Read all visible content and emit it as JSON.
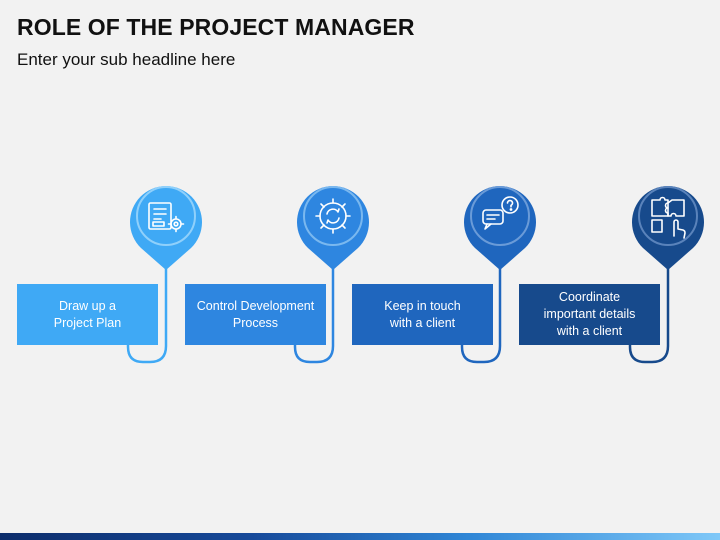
{
  "title": "ROLE OF THE PROJECT MANAGER",
  "subtitle": "Enter your sub headline here",
  "steps": [
    {
      "label": "Draw up a\nProject Plan",
      "icon": "project-plan-icon",
      "color": "#3fa9f5",
      "ring": "#8fd0fb"
    },
    {
      "label": "Control Development\nProcess",
      "icon": "gear-refresh-icon",
      "color": "#2e86e0",
      "ring": "#7ab8ef"
    },
    {
      "label": "Keep in touch\nwith a client",
      "icon": "chat-question-icon",
      "color": "#1f66be",
      "ring": "#6a9bd8"
    },
    {
      "label": "Coordinate\nimportant details\nwith a client",
      "icon": "puzzle-hand-icon",
      "color": "#174a8c",
      "ring": "#5a83bb"
    }
  ]
}
